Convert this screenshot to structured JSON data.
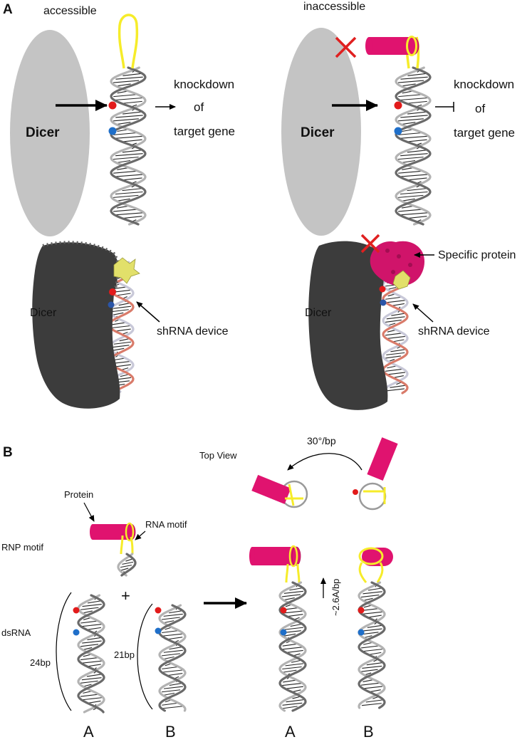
{
  "panel_a": {
    "label": "A",
    "left": {
      "state": "accessible",
      "dicer": "Dicer",
      "knockdown": [
        "knockdown",
        "of",
        "target gene"
      ],
      "structure_dicer": "Dicer",
      "structure_device": "shRNA device"
    },
    "right": {
      "state": "inaccessible",
      "dicer": "Dicer",
      "knockdown": [
        "knockdown",
        "of",
        "target gene"
      ],
      "structure_dicer": "Dicer",
      "structure_device": "shRNA device",
      "specific_protein": "Specific protein"
    }
  },
  "panel_b": {
    "label": "B",
    "protein": "Protein",
    "rna_motif": "RNA motif",
    "rnp_motif": "RNP motif",
    "dsrna": "dsRNA",
    "plus": "+",
    "length_a": "24bp",
    "length_b": "21bp",
    "top_view": "Top View",
    "rotation": "30°/bp",
    "rise": "~2.6A/bp",
    "bottom_a_left": "A",
    "bottom_b_left": "B",
    "bottom_a_right": "A",
    "bottom_b_right": "B"
  },
  "colors": {
    "dicer_gray": "#c4c4c4",
    "protein_magenta": "#e0136f",
    "loop_yellow": "#f6ec2a",
    "strand_dark": "#6a6a6a",
    "strand_light": "#b3b3b3",
    "marker_red": "#e21b1b",
    "marker_blue": "#1f6fc9",
    "block_red": "#e02020",
    "structure_dark": "#3c3c3c"
  }
}
